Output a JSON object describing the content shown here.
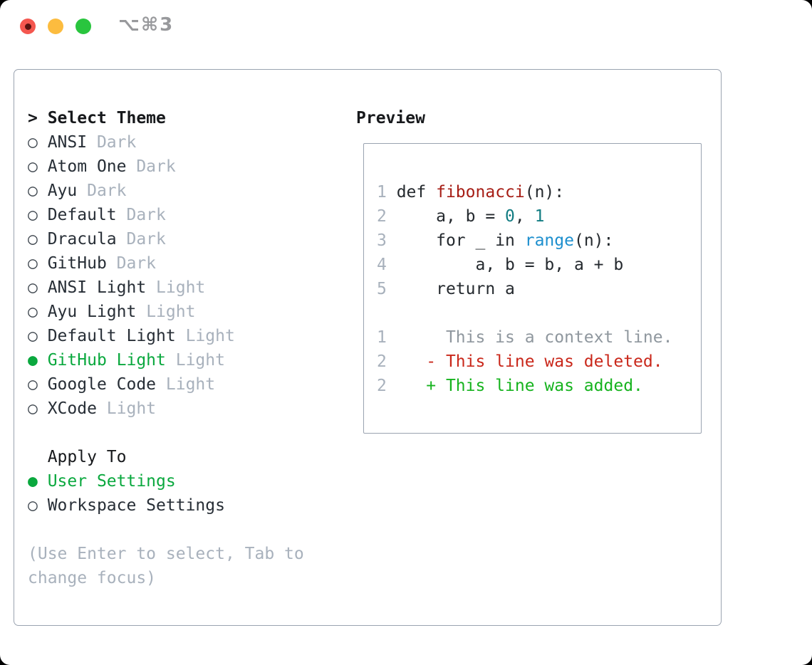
{
  "window": {
    "title": "⌥⌘3",
    "traffic_lights": [
      "close",
      "minimize",
      "zoom"
    ]
  },
  "theme_panel": {
    "header_prefix": "> ",
    "header": "Select Theme",
    "markers": {
      "selected": "●",
      "unselected": "○"
    },
    "items": [
      {
        "name": "ANSI",
        "variant": "Dark",
        "selected": false
      },
      {
        "name": "Atom One",
        "variant": "Dark",
        "selected": false
      },
      {
        "name": "Ayu",
        "variant": "Dark",
        "selected": false
      },
      {
        "name": "Default",
        "variant": "Dark",
        "selected": false
      },
      {
        "name": "Dracula",
        "variant": "Dark",
        "selected": false
      },
      {
        "name": "GitHub",
        "variant": "Dark",
        "selected": false
      },
      {
        "name": "ANSI Light",
        "variant": "Light",
        "selected": false
      },
      {
        "name": "Ayu Light",
        "variant": "Light",
        "selected": false
      },
      {
        "name": "Default Light",
        "variant": "Light",
        "selected": false
      },
      {
        "name": "GitHub Light",
        "variant": "Light",
        "selected": true
      },
      {
        "name": "Google Code",
        "variant": "Light",
        "selected": false
      },
      {
        "name": "XCode",
        "variant": "Light",
        "selected": false
      }
    ],
    "apply_header": "Apply To",
    "apply_options": [
      {
        "label": "User Settings",
        "selected": true
      },
      {
        "label": "Workspace Settings",
        "selected": false
      }
    ],
    "hint": "(Use Enter to select, Tab to change focus)"
  },
  "preview": {
    "header": "Preview",
    "lines": [
      {
        "num": "1",
        "tokens": [
          {
            "t": " def ",
            "c": "code"
          },
          {
            "t": "fibonacci",
            "c": "func"
          },
          {
            "t": "(n):",
            "c": "code"
          }
        ]
      },
      {
        "num": "2",
        "tokens": [
          {
            "t": "     a, b = ",
            "c": "code"
          },
          {
            "t": "0",
            "c": "number"
          },
          {
            "t": ", ",
            "c": "code"
          },
          {
            "t": "1",
            "c": "number"
          }
        ]
      },
      {
        "num": "3",
        "tokens": [
          {
            "t": "     for _ in ",
            "c": "code"
          },
          {
            "t": "range",
            "c": "builtin"
          },
          {
            "t": "(n):",
            "c": "code"
          }
        ]
      },
      {
        "num": "4",
        "tokens": [
          {
            "t": "         a, b = b, a + b",
            "c": "code"
          }
        ]
      },
      {
        "num": "5",
        "tokens": [
          {
            "t": "     return a",
            "c": "code"
          }
        ]
      },
      {
        "blank": true
      },
      {
        "num": "1",
        "tokens": [
          {
            "t": "      This is a context line.",
            "c": "context"
          }
        ]
      },
      {
        "num": "2",
        "tokens": [
          {
            "t": "    - This line was deleted.",
            "c": "deleted"
          }
        ]
      },
      {
        "num": "2",
        "tokens": [
          {
            "t": "    + This line was added.",
            "c": "added"
          }
        ]
      }
    ]
  },
  "colors": {
    "page_background": "#000000",
    "window_background": "#ffffff",
    "panel_border": "#9aa3b0",
    "header_text": "#17191c",
    "item_text": "#272e36",
    "muted_text": "#a8b1bc",
    "marker": "#3f474f",
    "accent_green": "#0aa83e",
    "code_text": "#24292e",
    "line_number": "#a8b1bc",
    "function_red": "#a61d15",
    "number_teal": "#127c82",
    "builtin_blue": "#1d8fce",
    "context_gray": "#8f979e",
    "deleted_red": "#c9271a",
    "added_green": "#16b31e",
    "traffic_red": "#f4574f",
    "traffic_red_dot": "#591310",
    "traffic_yellow": "#fcbc3f",
    "traffic_green": "#29c53e",
    "title_text": "#98999c"
  }
}
